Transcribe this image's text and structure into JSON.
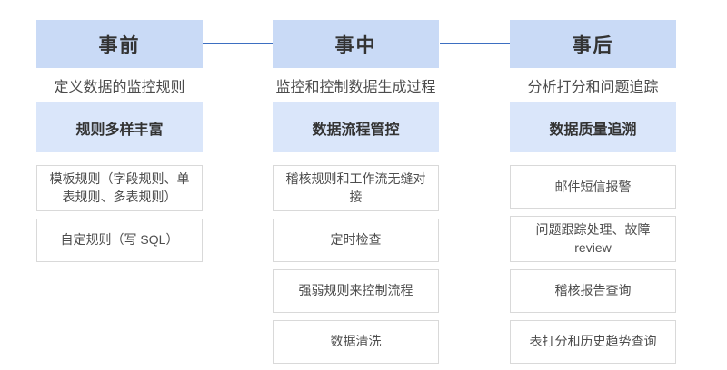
{
  "colors": {
    "header_bg": "#c9daf6",
    "section_bg": "#dae6fa",
    "item_border": "#d9d9d9",
    "connector": "#3d6fc1",
    "heading_text": "#333333",
    "body_text": "#4d4d4d"
  },
  "columns": [
    {
      "title": "事前",
      "subtitle": "定义数据的监控规则",
      "section": "规则多样丰富",
      "items": [
        "模板规则（字段规则、单表规则、多表规则）",
        "自定规则（写 SQL）"
      ]
    },
    {
      "title": "事中",
      "subtitle": "监控和控制数据生成过程",
      "section": "数据流程管控",
      "items": [
        "稽核规则和工作流无缝对接",
        "定时检查",
        "强弱规则来控制流程",
        "数据清洗"
      ]
    },
    {
      "title": "事后",
      "subtitle": "分析打分和问题追踪",
      "section": "数据质量追溯",
      "items": [
        "邮件短信报警",
        "问题跟踪处理、故障 review",
        "稽核报告查询",
        "表打分和历史趋势查询"
      ]
    }
  ]
}
